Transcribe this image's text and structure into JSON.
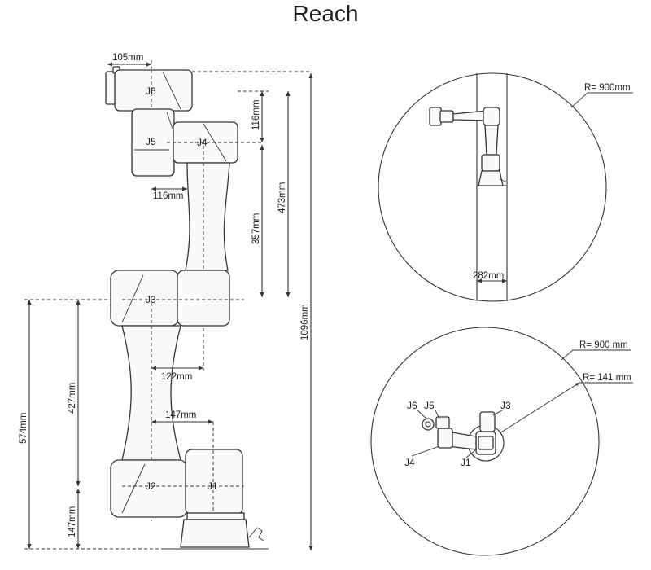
{
  "title": "Reach",
  "side_view": {
    "joints": {
      "j1": "J1",
      "j2": "J2",
      "j3": "J3",
      "j4": "J4",
      "j5": "J5",
      "j6": "J6"
    },
    "dimensions": {
      "d105": "105mm",
      "d116_top": "116mm",
      "d116": "116mm",
      "d473": "473mm",
      "d357": "357mm",
      "d1096": "1096mm",
      "d122": "122mm",
      "d147_h": "147mm",
      "d574": "574mm",
      "d427": "427mm",
      "d147_v": "147mm"
    }
  },
  "top_view_1": {
    "radius": "R= 900mm",
    "width": "282mm"
  },
  "top_view_2": {
    "radius": "R= 900 mm",
    "inner_radius": "R= 141 mm",
    "joints": {
      "j1": "J1",
      "j3": "J3",
      "j4": "J4",
      "j5": "J5",
      "j6": "J6"
    }
  }
}
